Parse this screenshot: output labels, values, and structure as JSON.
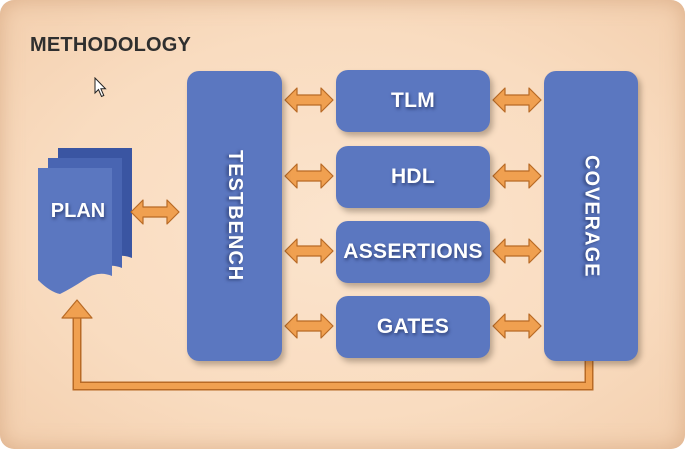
{
  "title": "METHODOLOGY",
  "plan": {
    "label": "PLAN"
  },
  "testbench": {
    "label": "TESTBENCH"
  },
  "coverage": {
    "label": "COVERAGE"
  },
  "blocks": [
    {
      "label": "TLM"
    },
    {
      "label": "HDL"
    },
    {
      "label": "ASSERTIONS"
    },
    {
      "label": "GATES"
    }
  ],
  "colors": {
    "box": "#5b77c0",
    "arrow": "#f0a050",
    "arrow_edge": "#b86a25",
    "background": "#fbe4cd"
  },
  "icons": {
    "cursor": "mouse-pointer-icon",
    "plan": "document-stack-icon",
    "arrow": "double-arrow-icon"
  }
}
